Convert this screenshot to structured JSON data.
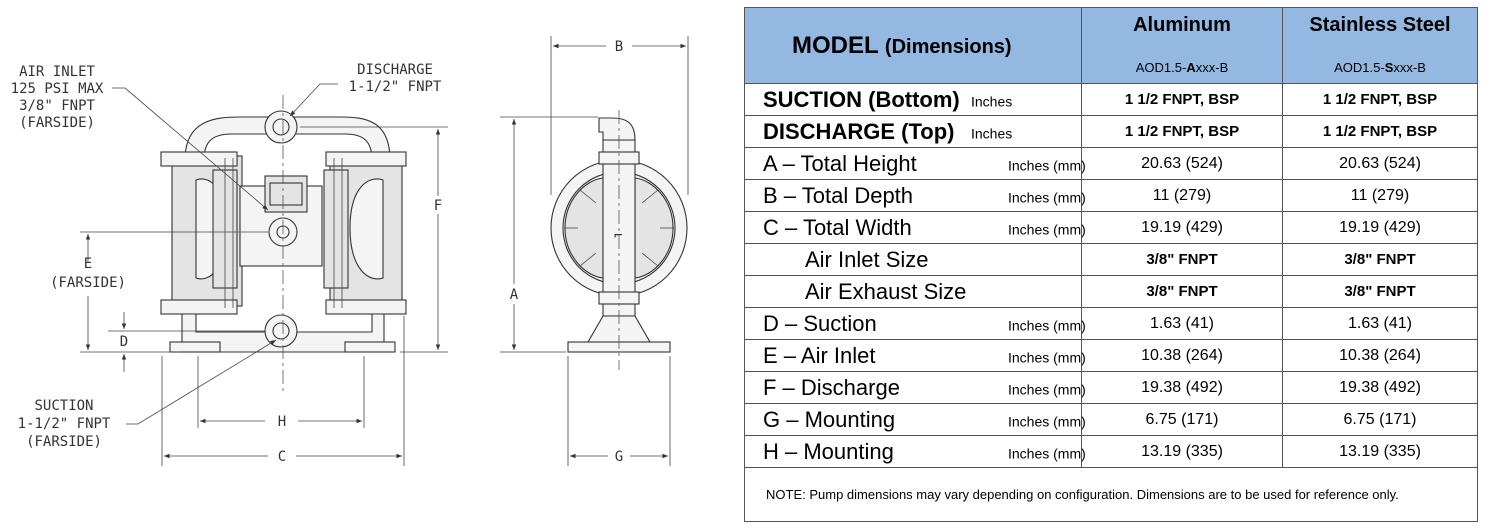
{
  "drawing": {
    "labels": {
      "air_inlet": [
        "AIR INLET",
        "125 PSI MAX",
        "3/8\" FNPT",
        "(FARSIDE)"
      ],
      "discharge": [
        "DISCHARGE",
        "1-1/2\" FNPT"
      ],
      "suction": [
        "SUCTION",
        "1-1/2\" FNPT",
        "(FARSIDE)"
      ],
      "e_dim": [
        "E",
        "(FARSIDE)"
      ],
      "d": "D",
      "h": "H",
      "c": "C",
      "f": "F",
      "a": "A",
      "b": "B",
      "g": "G"
    }
  },
  "table": {
    "model_title": "MODEL",
    "model_subtitle": "(Dimensions)",
    "columns": [
      {
        "name": "Aluminum",
        "model_prefix": "AOD1.5-",
        "model_letter": "A",
        "model_suffix": "xxx-B"
      },
      {
        "name": "Stainless Steel",
        "model_prefix": "AOD1.5-",
        "model_letter": "S",
        "model_suffix": "xxx-B"
      }
    ],
    "rows": [
      {
        "label": "SUCTION (Bottom)",
        "unit": "Inches",
        "bold": true,
        "indent": false,
        "values": [
          "1 1/2 FNPT, BSP",
          "1 1/2 FNPT, BSP"
        ]
      },
      {
        "label": "DISCHARGE (Top)",
        "unit": "Inches",
        "bold": true,
        "indent": false,
        "values": [
          "1 1/2 FNPT, BSP",
          "1 1/2 FNPT, BSP"
        ]
      },
      {
        "label": "A – Total Height",
        "unit": "Inches (mm)",
        "bold": false,
        "indent": false,
        "values": [
          "20.63 (524)",
          "20.63 (524)"
        ]
      },
      {
        "label": "B – Total Depth",
        "unit": "Inches (mm)",
        "bold": false,
        "indent": false,
        "values": [
          "11 (279)",
          "11 (279)"
        ]
      },
      {
        "label": "C – Total Width",
        "unit": "Inches (mm)",
        "bold": false,
        "indent": false,
        "values": [
          "19.19 (429)",
          "19.19 (429)"
        ]
      },
      {
        "label": "Air Inlet Size",
        "unit": "",
        "bold": false,
        "indent": true,
        "values": [
          "3/8\" FNPT",
          "3/8\" FNPT"
        ]
      },
      {
        "label": "Air Exhaust Size",
        "unit": "",
        "bold": false,
        "indent": true,
        "values": [
          "3/8\" FNPT",
          "3/8\" FNPT"
        ]
      },
      {
        "label": "D – Suction",
        "unit": "Inches (mm)",
        "bold": false,
        "indent": false,
        "values": [
          "1.63 (41)",
          "1.63 (41)"
        ]
      },
      {
        "label": "E – Air Inlet",
        "unit": "Inches (mm)",
        "bold": false,
        "indent": false,
        "values": [
          "10.38 (264)",
          "10.38 (264)"
        ]
      },
      {
        "label": "F – Discharge",
        "unit": "Inches (mm)",
        "bold": false,
        "indent": false,
        "values": [
          "19.38 (492)",
          "19.38 (492)"
        ]
      },
      {
        "label": "G – Mounting",
        "unit": "Inches (mm)",
        "bold": false,
        "indent": false,
        "values": [
          "6.75 (171)",
          "6.75 (171)"
        ]
      },
      {
        "label": "H – Mounting",
        "unit": "Inches (mm)",
        "bold": false,
        "indent": false,
        "values": [
          "13.19 (335)",
          "13.19 (335)"
        ]
      }
    ],
    "note_prefix": "NOTE:",
    "note": "Pump dimensions may vary depending on configuration.  Dimensions are to be used for reference only."
  }
}
